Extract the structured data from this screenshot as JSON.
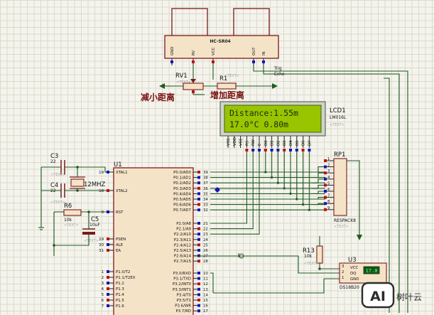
{
  "components": {
    "ultrasonic": {
      "name": "HC-SR04",
      "pins": [
        "GND",
        "RV",
        "VCC",
        "OUT",
        "IN"
      ],
      "trig_label": "Trig",
      "echo_label": "Echo"
    },
    "rv1": {
      "ref": "RV1"
    },
    "r1": {
      "ref": "R1"
    },
    "annotations": {
      "decrease": "减小距离",
      "increase": "增加距离"
    },
    "lcd": {
      "ref": "LCD1",
      "model": "LM016L",
      "line1": "Distance:1.55m",
      "line2": "17.0°C    0.80m",
      "pins": [
        "VSS",
        "VDD",
        "VEE",
        "RS",
        "RW",
        "E",
        "D0",
        "D1",
        "D2",
        "D3",
        "D4",
        "D5",
        "D6",
        "D7"
      ]
    },
    "c3": {
      "ref": "C3",
      "value": "22"
    },
    "c4": {
      "ref": "C4",
      "value": "22"
    },
    "crystal": {
      "value": "12MHZ"
    },
    "r6": {
      "ref": "R6",
      "value": "10k"
    },
    "c5": {
      "ref": "C5",
      "value": "10uF"
    },
    "u1": {
      "ref": "U1",
      "left_pins": [
        {
          "num": "19",
          "name": "XTAL1"
        },
        {
          "num": "18",
          "name": "XTAL2"
        },
        {
          "num": "9",
          "name": "RST"
        },
        {
          "num": "29",
          "name": "PSEN"
        },
        {
          "num": "30",
          "name": "ALE"
        },
        {
          "num": "31",
          "name": "EA"
        },
        {
          "num": "1",
          "name": "P1.0/T2"
        },
        {
          "num": "2",
          "name": "P1.1/T2EX"
        },
        {
          "num": "3",
          "name": "P1.2"
        },
        {
          "num": "4",
          "name": "P1.3"
        },
        {
          "num": "5",
          "name": "P1.4"
        },
        {
          "num": "6",
          "name": "P1.5"
        },
        {
          "num": "7",
          "name": "P1.6"
        }
      ],
      "right_pins": [
        {
          "num": "39",
          "name": "P0.0/AD0"
        },
        {
          "num": "38",
          "name": "P0.1/AD1"
        },
        {
          "num": "37",
          "name": "P0.2/AD2"
        },
        {
          "num": "36",
          "name": "P0.3/AD3"
        },
        {
          "num": "35",
          "name": "P0.4/AD4"
        },
        {
          "num": "34",
          "name": "P0.5/AD5"
        },
        {
          "num": "33",
          "name": "P0.6/AD6"
        },
        {
          "num": "32",
          "name": "P0.7/AD7"
        },
        {
          "num": "21",
          "name": "P2.0/A8"
        },
        {
          "num": "22",
          "name": "P2.1/A9"
        },
        {
          "num": "23",
          "name": "P2.2/A10"
        },
        {
          "num": "24",
          "name": "P2.3/A11"
        },
        {
          "num": "25",
          "name": "P2.4/A12"
        },
        {
          "num": "26",
          "name": "P2.5/A13"
        },
        {
          "num": "27",
          "name": "P2.6/A14"
        },
        {
          "num": "28",
          "name": "P2.7/A15"
        },
        {
          "num": "10",
          "name": "P3.0/RXD"
        },
        {
          "num": "11",
          "name": "P3.1/TXD"
        },
        {
          "num": "12",
          "name": "P3.2/INT0"
        },
        {
          "num": "13",
          "name": "P3.3/INT1"
        },
        {
          "num": "14",
          "name": "P3.4/T0"
        },
        {
          "num": "15",
          "name": "P3.5/T1"
        },
        {
          "num": "16",
          "name": "P3.6/WR"
        },
        {
          "num": "17",
          "name": "P3.7/RD"
        }
      ]
    },
    "rp1": {
      "ref": "RP1",
      "model": "RESPACK8",
      "pins": [
        "1",
        "2",
        "3",
        "4",
        "5",
        "6",
        "7",
        "8",
        "9"
      ]
    },
    "r13": {
      "ref": "R13",
      "value": "10k"
    },
    "u3": {
      "ref": "U3",
      "pins": [
        "VCC",
        "DQ",
        "GND"
      ],
      "pin_nums": [
        "3",
        "2",
        "1"
      ],
      "display": "17.0",
      "model": "DS18B20"
    },
    "text_placeholder": "<TEXT>"
  },
  "watermark": {
    "text": "树叶云",
    "badge": "AI"
  }
}
